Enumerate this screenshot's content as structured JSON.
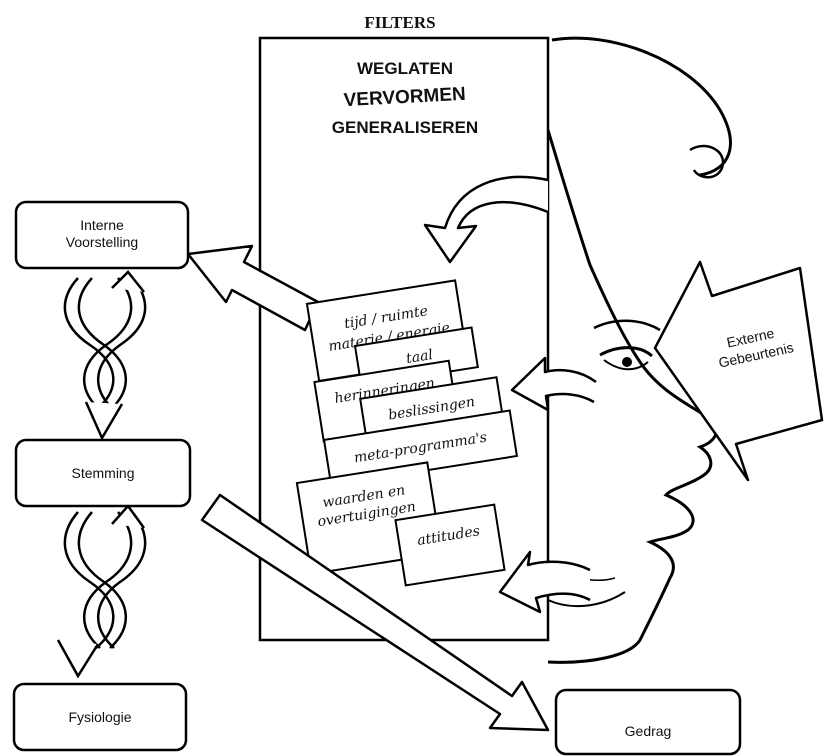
{
  "filters": {
    "title": "FILTERS",
    "processes": [
      "WEGLATEN",
      "VERVORMEN",
      "GENERALISEREN"
    ]
  },
  "states": {
    "interne_voorstelling": [
      "Interne",
      "Voorstelling"
    ],
    "stemming": "Stemming",
    "fysiologie": "Fysiologie"
  },
  "output": "Gedrag",
  "external": [
    "Externe",
    "Gebeurtenis"
  ],
  "filter_cards": {
    "tijd_ruimte": [
      "tijd / ruimte",
      "materie / energie"
    ],
    "taal": "taal",
    "herinneringen": "herinneringen",
    "beslissingen": "beslissingen",
    "meta_programmas": "meta-programma's",
    "waarden": [
      "waarden en",
      "overtuigingen"
    ],
    "attitudes": "attitudes"
  }
}
